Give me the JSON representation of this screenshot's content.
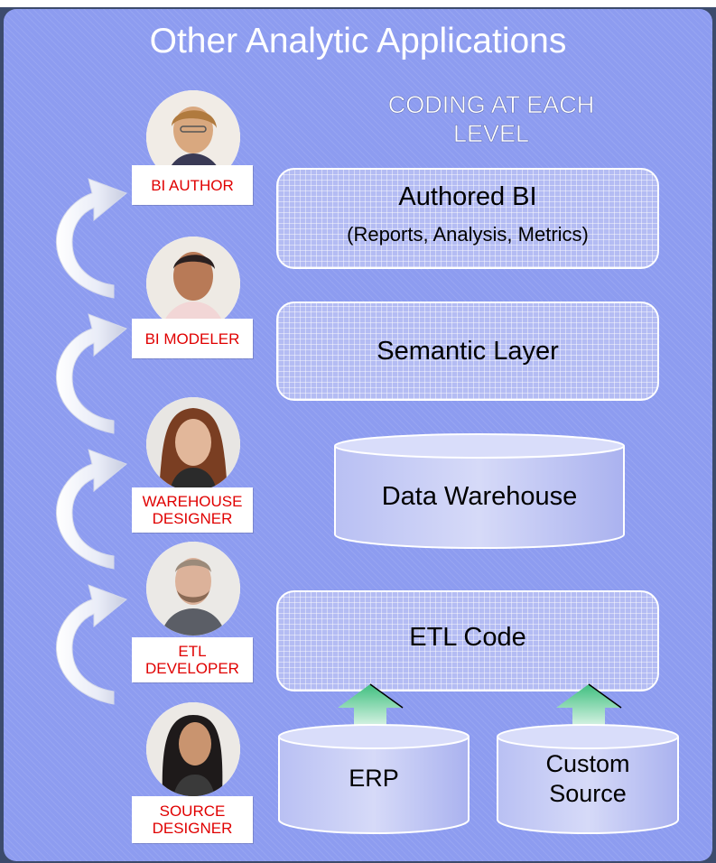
{
  "title": "Other Analytic Applications",
  "subtitle": {
    "line1": "CODING AT EACH",
    "line2": "LEVEL"
  },
  "layers": {
    "authored_bi": {
      "title": "Authored BI",
      "detail": "(Reports, Analysis, Metrics)"
    },
    "semantic_layer": {
      "title": "Semantic Layer"
    },
    "data_warehouse": {
      "title": "Data Warehouse"
    },
    "etl_code": {
      "title": "ETL Code"
    }
  },
  "sources": {
    "erp": {
      "title": "ERP"
    },
    "custom": {
      "line1": "Custom",
      "line2": "Source"
    }
  },
  "roles": [
    {
      "line1": "BI AUTHOR",
      "line2": "",
      "photo": "person-photo"
    },
    {
      "line1": "BI MODELER",
      "line2": "",
      "photo": "person-photo"
    },
    {
      "line1": "WAREHOUSE",
      "line2": "DESIGNER",
      "photo": "person-photo"
    },
    {
      "line1": "ETL",
      "line2": "DEVELOPER",
      "photo": "person-photo"
    },
    {
      "line1": "SOURCE",
      "line2": "DESIGNER",
      "photo": "person-photo"
    }
  ],
  "colors": {
    "background": "#3c4b6c",
    "panel": "#8d9cf0",
    "layer_fill": "#b4bcf3",
    "role_text": "#e00000",
    "arrow_green": "#3fbf7f"
  },
  "icons": {
    "curved_arrow": "curved-up-arrow-icon",
    "data_flow_arrow": "green-up-arrow-icon"
  }
}
